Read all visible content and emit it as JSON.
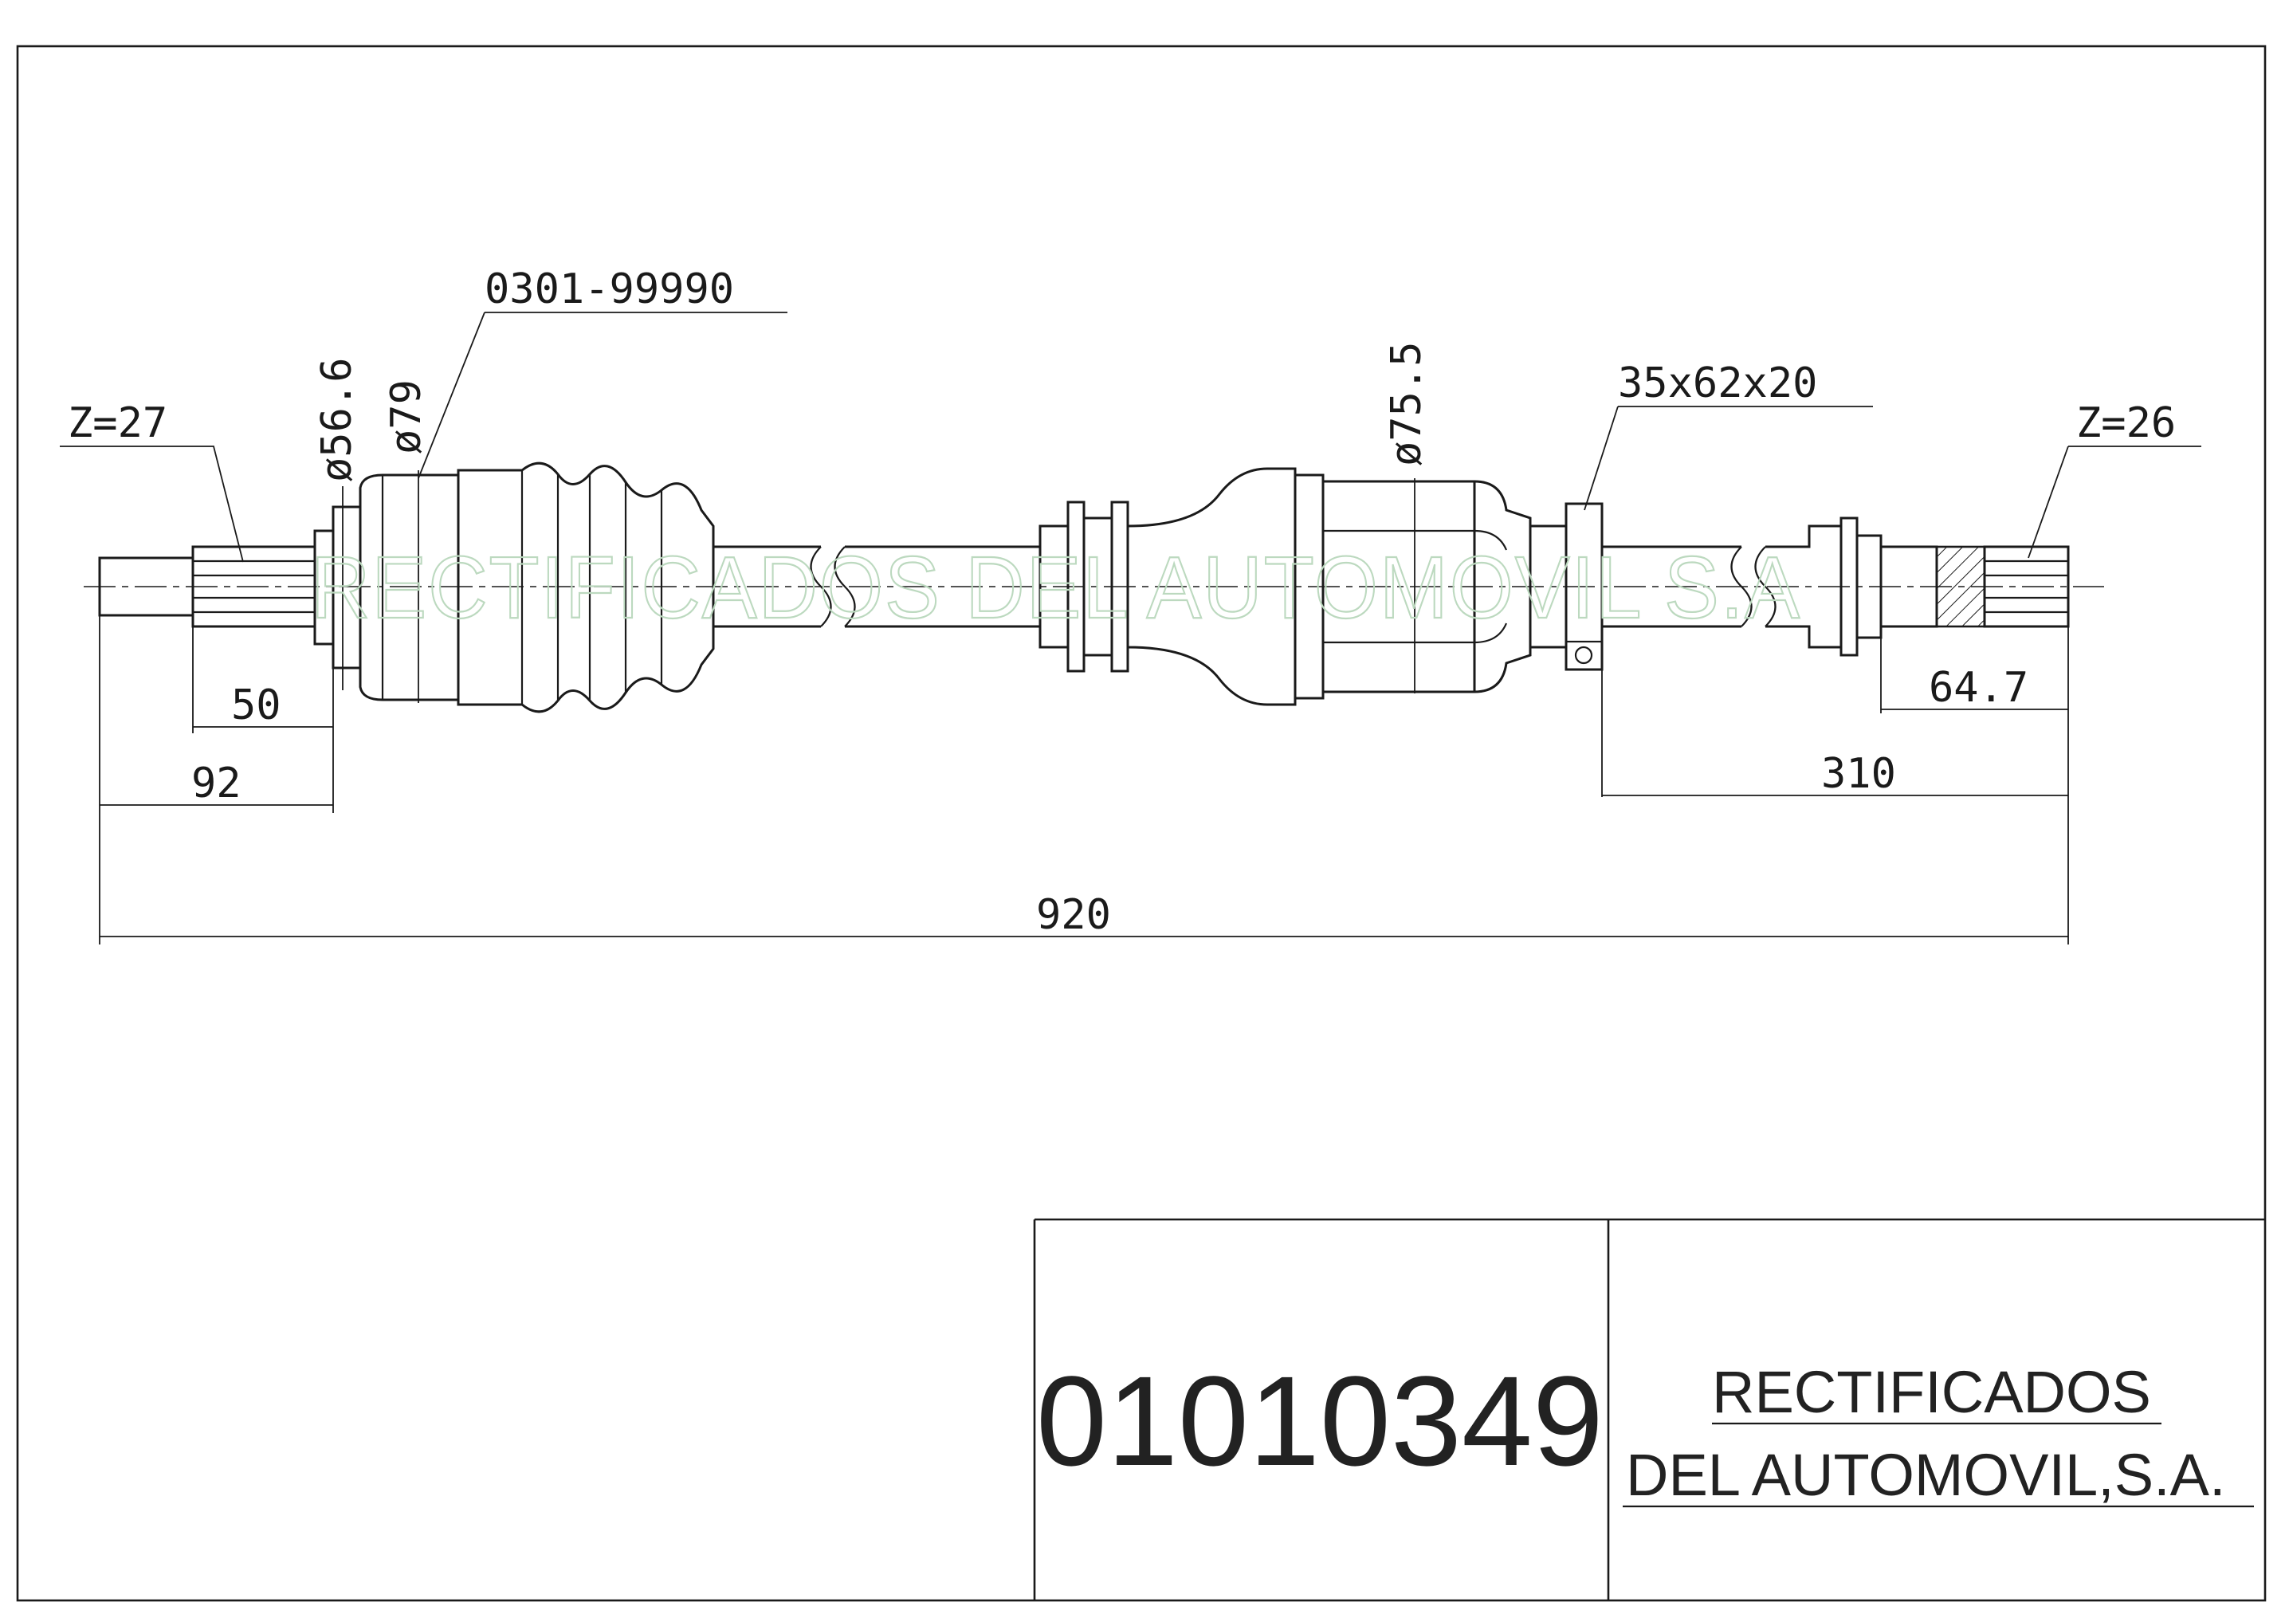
{
  "watermark": "RECTIFICADOS DEL AUTOMOVIL S.A",
  "callouts": {
    "left_spline": "Z=27",
    "boot_ref": "0301-99990",
    "dia_inner": "ø56.6",
    "dia_outer": "ø79",
    "dia_joint": "ø75.5",
    "bearing": "35x62x20",
    "right_spline": "Z=26"
  },
  "dimensions": {
    "d50": "50",
    "d92": "92",
    "d920": "920",
    "d310": "310",
    "d64_7": "64.7"
  },
  "title_block": {
    "part_number": "01010349",
    "company_line1": "RECTIFICADOS",
    "company_line2": "DEL AUTOMOVIL,S.A."
  },
  "colors": {
    "ink": "#1a1a1a",
    "watermark": "#bcd9bf"
  }
}
